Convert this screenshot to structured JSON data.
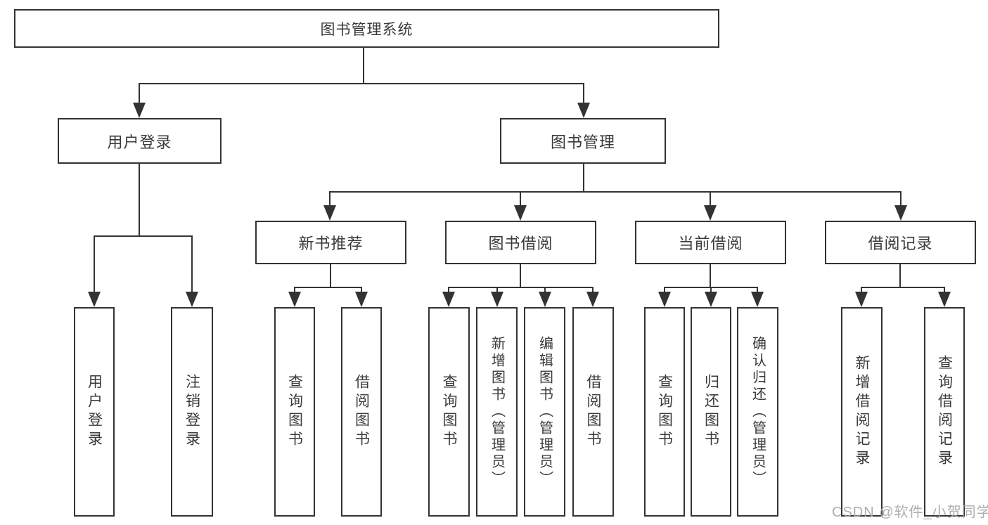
{
  "diagram": {
    "root": {
      "label": "图书管理系统"
    },
    "level2": [
      {
        "label": "用户登录",
        "children": [
          "用户登录",
          "注销登录"
        ]
      },
      {
        "label": "图书管理"
      }
    ],
    "level3": [
      {
        "label": "新书推荐",
        "children": [
          "查询图书",
          "借阅图书"
        ]
      },
      {
        "label": "图书借阅",
        "children": [
          "查询图书",
          "新增图书（管理员）",
          "编辑图书（管理员）",
          "借阅图书"
        ]
      },
      {
        "label": "当前借阅",
        "children": [
          "查询图书",
          "归还图书",
          "确认归还（管理员）"
        ]
      },
      {
        "label": "借阅记录",
        "children": [
          "新增借阅记录",
          "查询借阅记录"
        ]
      }
    ],
    "colors": {
      "line": "#333333",
      "text": "#3a3a3a",
      "background": "#ffffff",
      "watermark": "#a5a5a5"
    }
  },
  "watermark": {
    "text": "CSDN @软件_小贺同学"
  }
}
